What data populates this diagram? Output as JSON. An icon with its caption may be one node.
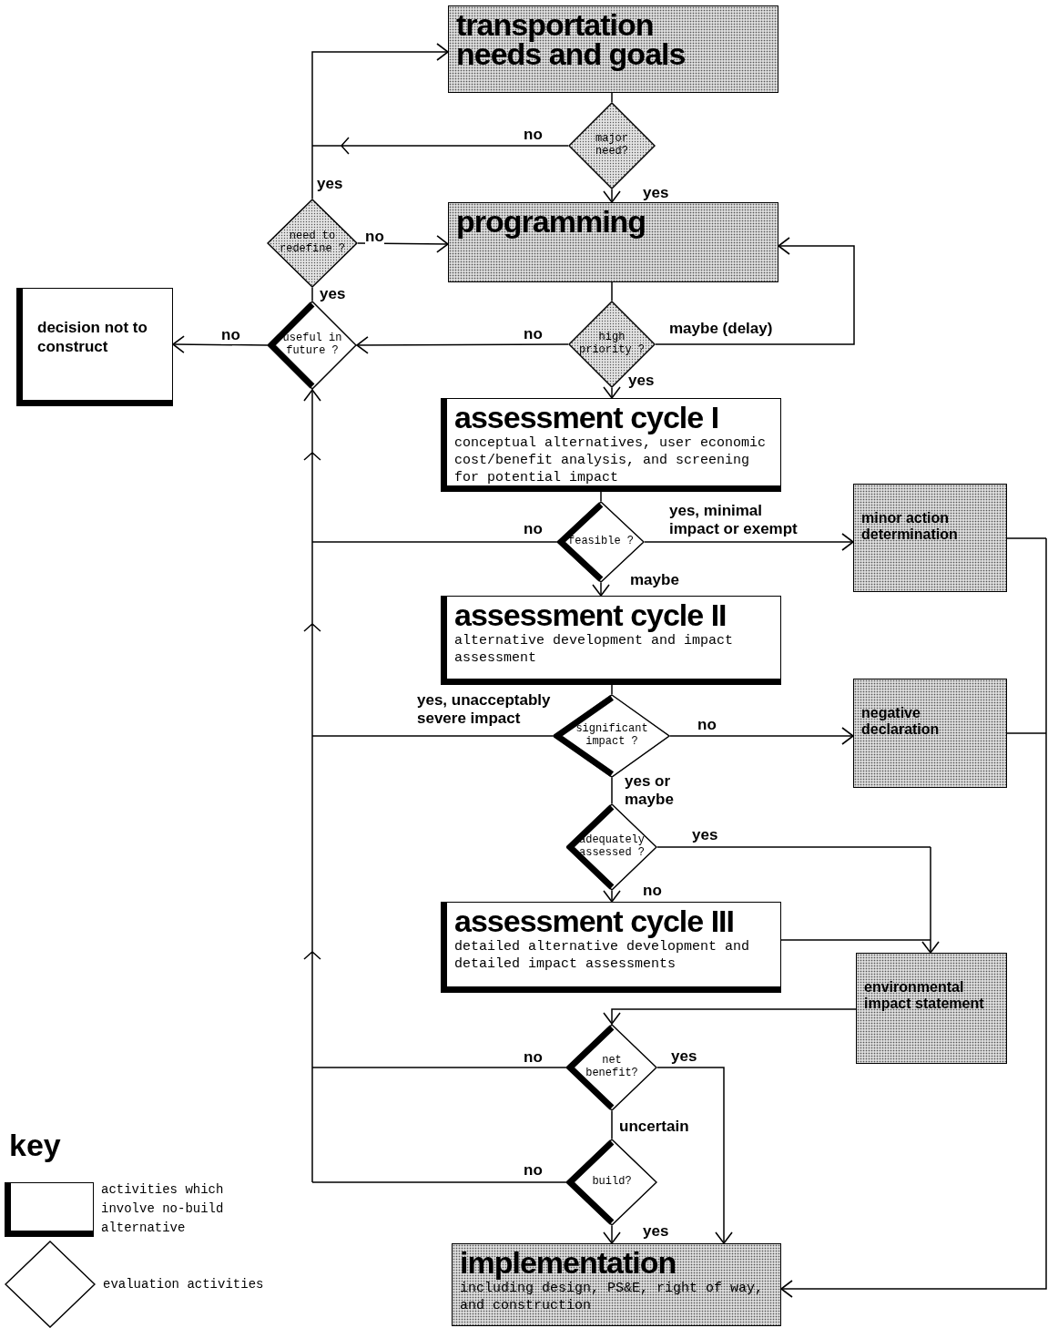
{
  "diagram": {
    "nodes": [
      {
        "text": [
          "transportation needs and goals"
        ]
      },
      {
        "text": [
          "major need?"
        ]
      },
      {
        "text": [
          "programming"
        ]
      },
      {
        "text": [
          "need to redefine ?"
        ]
      },
      {
        "text": [
          "useful in future ?"
        ]
      },
      {
        "text": [
          "decision not to construct"
        ]
      },
      {
        "text": [
          "high priority ?"
        ]
      },
      {
        "text": [
          "assessment cycle I",
          "conceptual alternatives, user economic cost/benefit analysis, and screening for potential impact"
        ]
      },
      {
        "text": [
          "feasible ?"
        ]
      },
      {
        "text": [
          "minor action determination"
        ]
      },
      {
        "text": [
          "assessment cycle II",
          "alternative development and impact assessment"
        ]
      },
      {
        "text": [
          "significant impact ?"
        ]
      },
      {
        "text": [
          "negative declaration"
        ]
      },
      {
        "text": [
          "adequately assessed ?"
        ]
      },
      {
        "text": [
          "assessment cycle III",
          "detailed alternative development and detailed impact assessments"
        ]
      },
      {
        "text": [
          "environmental impact statement"
        ]
      },
      {
        "text": [
          "net benefit?"
        ]
      },
      {
        "text": [
          "build?"
        ]
      },
      {
        "text": [
          "implementation",
          "including design, PS&E, right of way, and construction"
        ]
      }
    ],
    "edges": [
      {
        "from": 0,
        "to": 1,
        "arrow": "none"
      },
      {
        "from": 1,
        "to": 2,
        "arrow": "to",
        "label": "yes"
      },
      {
        "from": 1,
        "to": 0,
        "arrow": "to",
        "label": "no"
      },
      {
        "from": 3,
        "to": 0,
        "arrow": "to",
        "label": "yes"
      },
      {
        "from": 3,
        "to": 2,
        "arrow": "to",
        "label": "no"
      },
      {
        "from": 3,
        "to": 4,
        "arrow": "none",
        "label": "yes"
      },
      {
        "from": 4,
        "to": 5,
        "arrow": "to",
        "label": "no"
      },
      {
        "from": 2,
        "to": 6,
        "arrow": "none"
      },
      {
        "from": 6,
        "to": 4,
        "arrow": "to",
        "label": "no"
      },
      {
        "from": 6,
        "to": 2,
        "arrow": "to",
        "label": "maybe (delay)"
      },
      {
        "from": 6,
        "to": 7,
        "arrow": "to",
        "label": "yes"
      },
      {
        "from": 7,
        "to": 8,
        "arrow": "none"
      },
      {
        "from": 8,
        "to": 9,
        "arrow": "to",
        "label": "yes, minimal impact or exempt"
      },
      {
        "from": 8,
        "to": 10,
        "arrow": "to",
        "label": "maybe"
      },
      {
        "from": 8,
        "to": 4,
        "arrow": "to",
        "label": "no"
      },
      {
        "from": 10,
        "to": 11,
        "arrow": "none"
      },
      {
        "from": 11,
        "to": 4,
        "arrow": "to",
        "label": "yes, unacceptably severe impact"
      },
      {
        "from": 11,
        "to": 12,
        "arrow": "to",
        "label": "no"
      },
      {
        "from": 11,
        "to": 13,
        "arrow": "none",
        "label": "yes or maybe"
      },
      {
        "from": 13,
        "to": 15,
        "arrow": "to",
        "label": "yes"
      },
      {
        "from": 13,
        "to": 14,
        "arrow": "to",
        "label": "no"
      },
      {
        "from": 14,
        "to": 15,
        "arrow": "to"
      },
      {
        "from": 15,
        "to": 16,
        "arrow": "to"
      },
      {
        "from": 16,
        "to": 4,
        "arrow": "to",
        "label": "no"
      },
      {
        "from": 16,
        "to": 18,
        "arrow": "to",
        "label": "yes"
      },
      {
        "from": 16,
        "to": 17,
        "arrow": "none",
        "label": "uncertain"
      },
      {
        "from": 17,
        "to": 4,
        "arrow": "to",
        "label": "no"
      },
      {
        "from": 17,
        "to": 18,
        "arrow": "to",
        "label": "yes"
      },
      {
        "from": 9,
        "to": 18,
        "arrow": "to"
      },
      {
        "from": 12,
        "to": 18,
        "arrow": "to"
      }
    ],
    "labels": [
      "key"
    ],
    "legend": [
      {
        "text": "activities which involve no-build alternative"
      },
      {
        "text": "evaluation activities"
      }
    ]
  }
}
